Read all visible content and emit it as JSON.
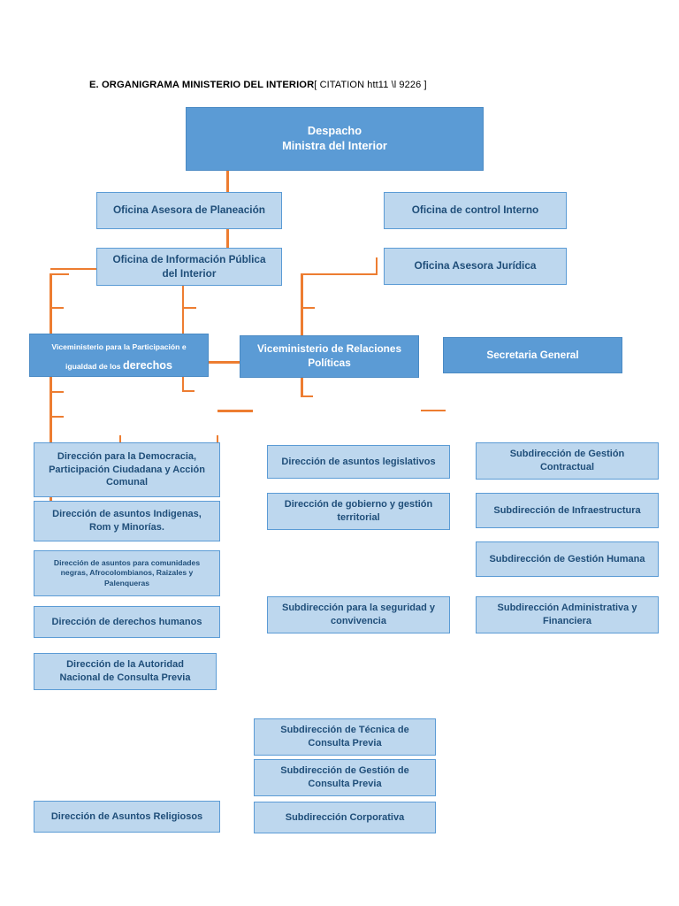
{
  "title": {
    "label": "E.  ORGANIGRAMA MINISTERIO DEL INTERIOR",
    "citation": "[ CITATION htt11 \\l 9226 ]"
  },
  "colors": {
    "dark_fill": "#5B9BD5",
    "dark_text": "#FFFFFF",
    "light_fill": "#BDD7EE",
    "light_border": "#5B9BD5",
    "light_text": "#1F4E79",
    "connector": "#ED7D31",
    "page_background": "#FFFFFF"
  },
  "nodes": {
    "despacho": {
      "line1": "Despacho",
      "line2": "Ministra del Interior"
    },
    "oficina_planeacion": {
      "label": "Oficina Asesora de Planeación"
    },
    "oficina_control_interno": {
      "label": "Oficina de control Interno"
    },
    "oficina_informacion": {
      "line1": "Oficina de Información Pública",
      "line2": "del  Interior"
    },
    "oficina_juridica": {
      "label": "Oficina Asesora Jurídica"
    },
    "vice_participacion": {
      "part1": "Viceministerio para la Participación e",
      "part2": "igualdad de los ",
      "part3": "derechos"
    },
    "vice_relaciones": {
      "line1": "Viceministerio de Relaciones",
      "line2": "Políticas"
    },
    "secretaria_general": {
      "label": "Secretaria General"
    },
    "dir_democracia": {
      "line1": "Dirección para la Democracia,",
      "line2": "Participación Ciudadana y Acción",
      "line3": "Comunal"
    },
    "dir_indigenas": {
      "line1": "Dirección de asuntos Indigenas,",
      "line2": "Rom y Minorías."
    },
    "dir_comunidades": {
      "line1": "Dirección de asuntos para comunidades",
      "line2": "negras, Afrocolombianos, Raizales y",
      "line3": "Palenqueras"
    },
    "dir_ddhh": {
      "label": "Dirección de derechos humanos"
    },
    "dir_consulta_previa": {
      "line1": "Dirección de la Autoridad",
      "line2": "Nacional de Consulta Previa"
    },
    "dir_religiosos": {
      "label": "Dirección de Asuntos Religiosos"
    },
    "dir_legislativos": {
      "label": "Dirección de asuntos legislativos"
    },
    "dir_gobierno": {
      "line1": "Dirección de gobierno y gestión",
      "line2": "territorial"
    },
    "sub_seguridad": {
      "line1": "Subdirección para la seguridad y",
      "line2": "convivencia"
    },
    "sub_tecnica_cp": {
      "line1": "Subdirección de Técnica de",
      "line2": "Consulta Previa"
    },
    "sub_gestion_cp": {
      "line1": "Subdirección de Gestión de",
      "line2": "Consulta Previa"
    },
    "sub_corporativa": {
      "label": "Subdirección Corporativa"
    },
    "sub_contractual": {
      "line1": "Subdirección de Gestión",
      "line2": "Contractual"
    },
    "sub_infraestructura": {
      "label": "Subdirección de Infraestructura"
    },
    "sub_gestion_humana": {
      "label": "Subdirección de Gestión Humana"
    },
    "sub_admin_financiera": {
      "line1": "Subdirección Administrativa y",
      "line2": "Financiera"
    }
  }
}
